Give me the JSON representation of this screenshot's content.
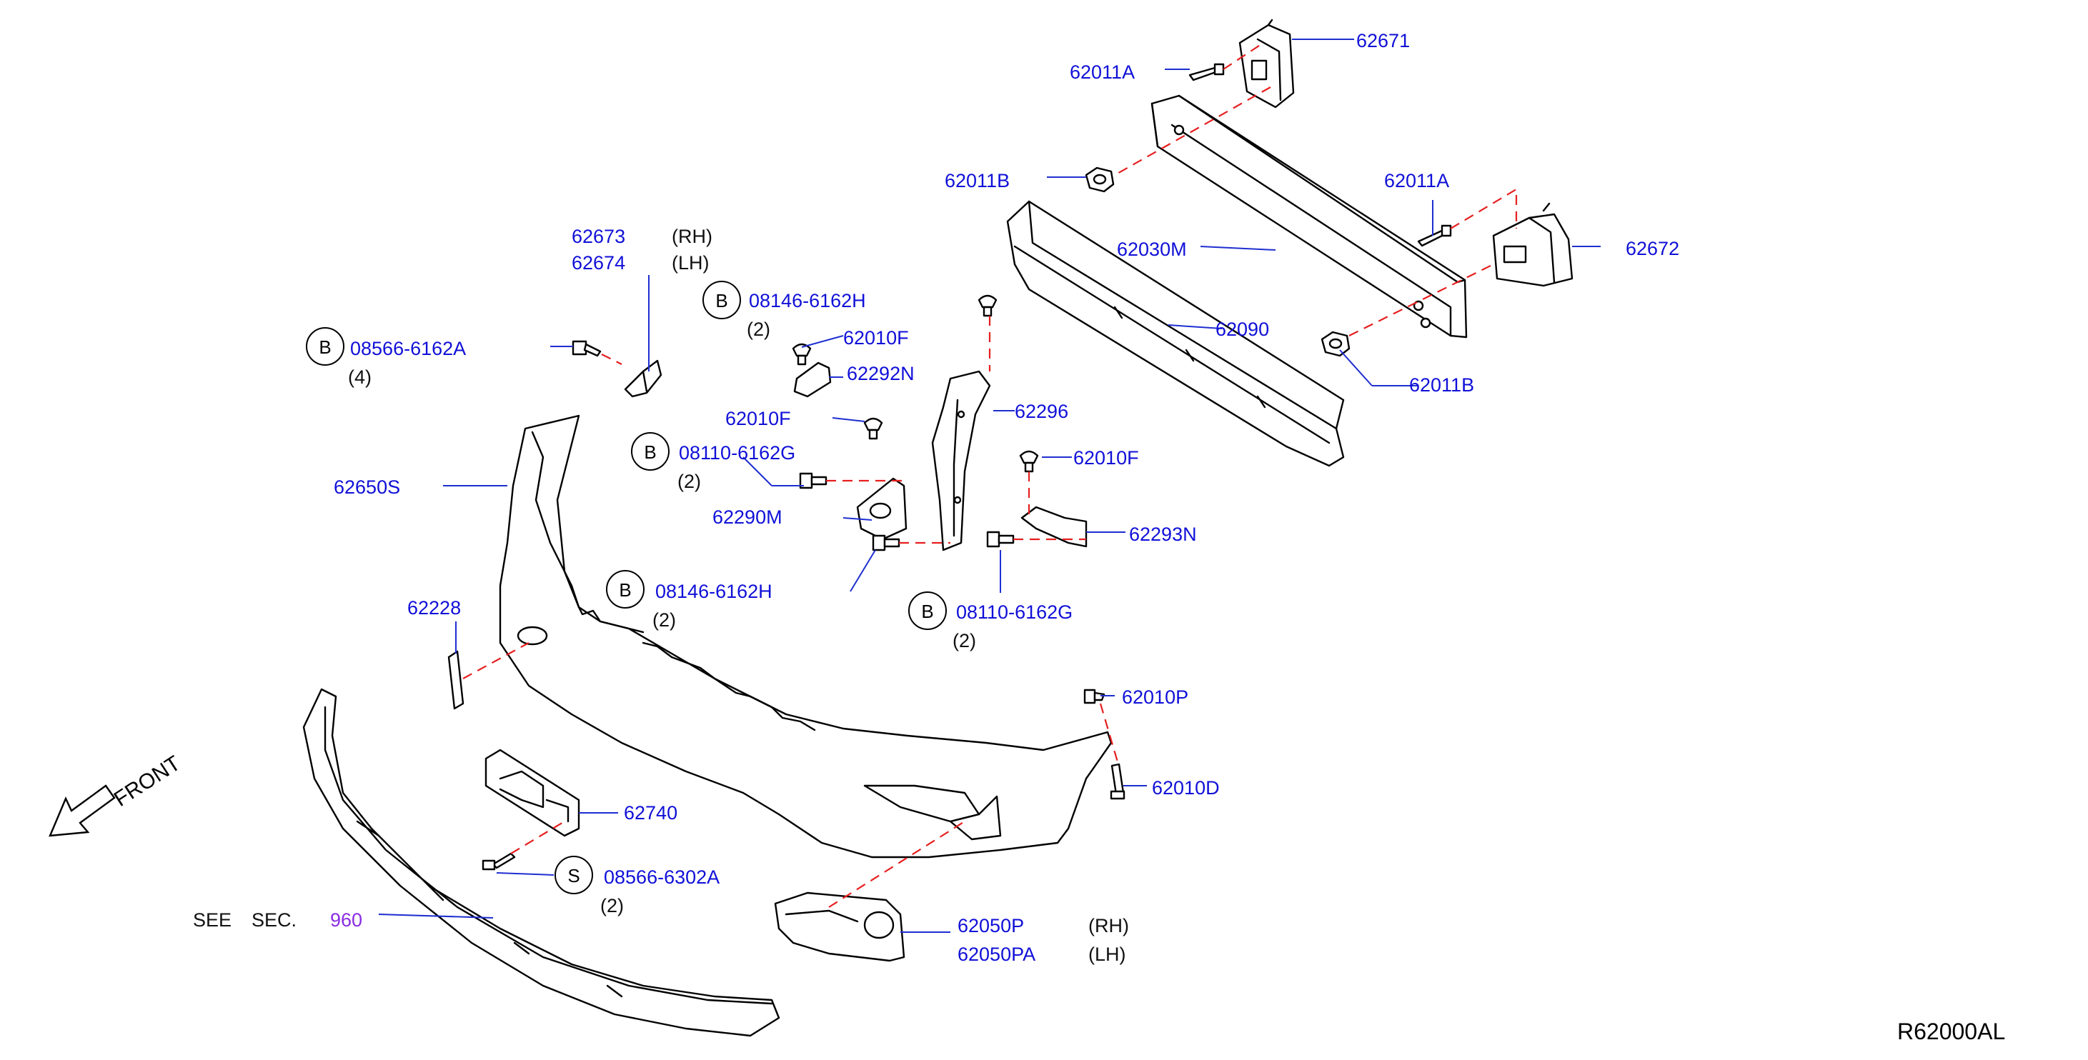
{
  "diagram_code": "R62000AL",
  "front_label": "FRONT",
  "see_section": {
    "prefix": "SEE",
    "sec": "SEC.",
    "number": "960"
  },
  "colors": {
    "part_label": "#1010d8",
    "section_ref": "#8a2be2",
    "dashed_line": "#e61f1f",
    "leader": "#1e2fd0"
  },
  "labels": {
    "p62671": "62671",
    "p62011A_top": "62011A",
    "p62011B_top": "62011B",
    "p62011A_right": "62011A",
    "p62672": "62672",
    "p62030M": "62030M",
    "p62090": "62090",
    "p62011B_bottom": "62011B",
    "p62673": "62673",
    "rh1": "(RH)",
    "p62674": "62674",
    "lh1": "(LH)",
    "b_08146_top": "08146-6162H",
    "q2_a": "(2)",
    "p62010F_a": "62010F",
    "p62292N": "62292N",
    "b_08566": "08566-6162A",
    "q4": "(4)",
    "p62010F_b": "62010F",
    "p62296": "62296",
    "b_08110_left": "08110-6162G",
    "q2_b": "(2)",
    "p62010F_c": "62010F",
    "p62650S": "62650S",
    "p62290M": "62290M",
    "p62293N": "62293N",
    "b_08146_mid": "08146-6162H",
    "q2_c": "(2)",
    "b_08110_right": "08110-6162G",
    "q2_d": "(2)",
    "p62228": "62228",
    "p62010P": "62010P",
    "p62010D": "62010D",
    "p62740": "62740",
    "s_08566": "08566-6302A",
    "q2_e": "(2)",
    "p62050P": "62050P",
    "rh2": "(RH)",
    "p62050PA": "62050PA",
    "lh2": "(LH)"
  },
  "marks": {
    "b": "B",
    "s": "S"
  }
}
